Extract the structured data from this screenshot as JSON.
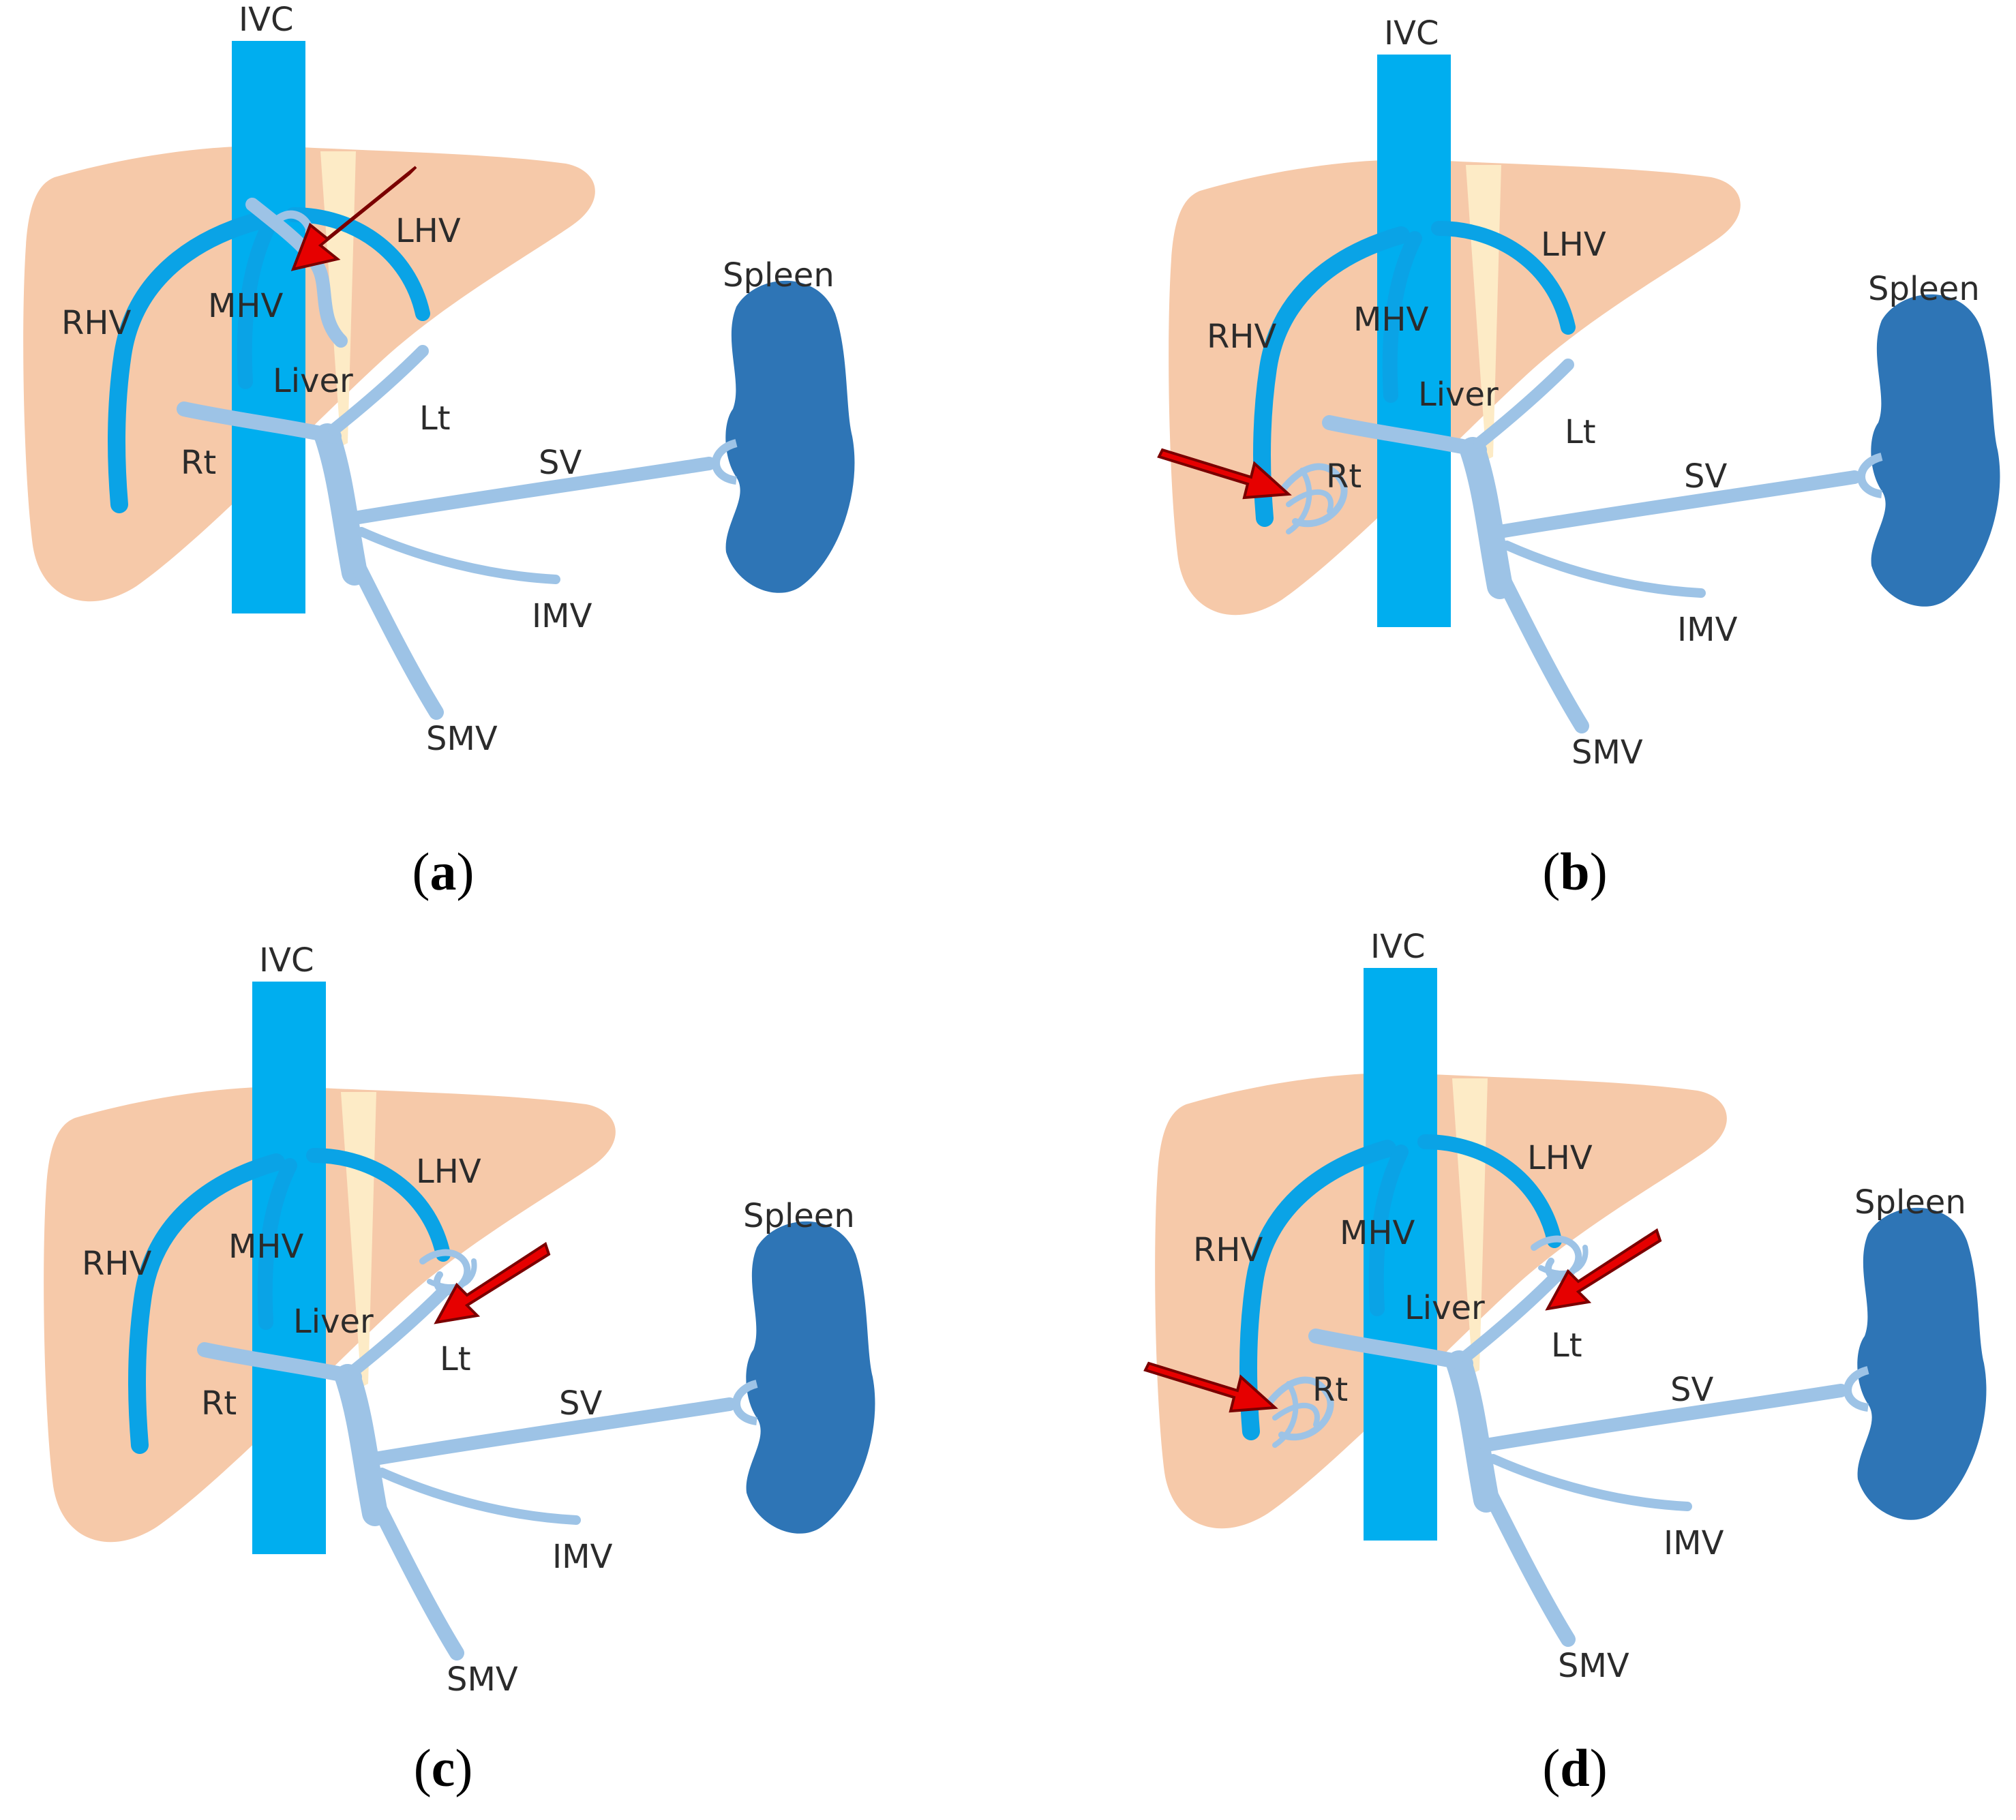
{
  "colors": {
    "liver": "#f6c9a9",
    "ligament": "#fdebc6",
    "ivc": "#00aeef",
    "hepatic_vein": "#0aa3e6",
    "portal_vein": "#9dc3e6",
    "spleen": "#2e75b6",
    "arrow_fill": "#e60000",
    "arrow_stroke": "#7a0000",
    "text": "#2b2b2b"
  },
  "labels": {
    "ivc": "IVC",
    "lhv": "LHV",
    "mhv": "MHV",
    "rhv": "RHV",
    "liver": "Liver",
    "lt": "Lt",
    "rt": "Rt",
    "sv": "SV",
    "imv": "IMV",
    "smv": "SMV",
    "spleen": "Spleen"
  },
  "panels": [
    {
      "id": "a",
      "caption_open": "(",
      "caption_letter": "a",
      "caption_close": ")",
      "lesions": [
        "ivc-junction"
      ],
      "arrows": [
        "ivc-junction"
      ]
    },
    {
      "id": "b",
      "caption_open": "(",
      "caption_letter": "b",
      "caption_close": ")",
      "lesions": [
        "right"
      ],
      "arrows": [
        "right"
      ]
    },
    {
      "id": "c",
      "caption_open": "(",
      "caption_letter": "c",
      "caption_close": ")",
      "lesions": [
        "left"
      ],
      "arrows": [
        "left"
      ]
    },
    {
      "id": "d",
      "caption_open": "(",
      "caption_letter": "d",
      "caption_close": ")",
      "lesions": [
        "right",
        "left"
      ],
      "arrows": [
        "right",
        "left"
      ]
    }
  ]
}
